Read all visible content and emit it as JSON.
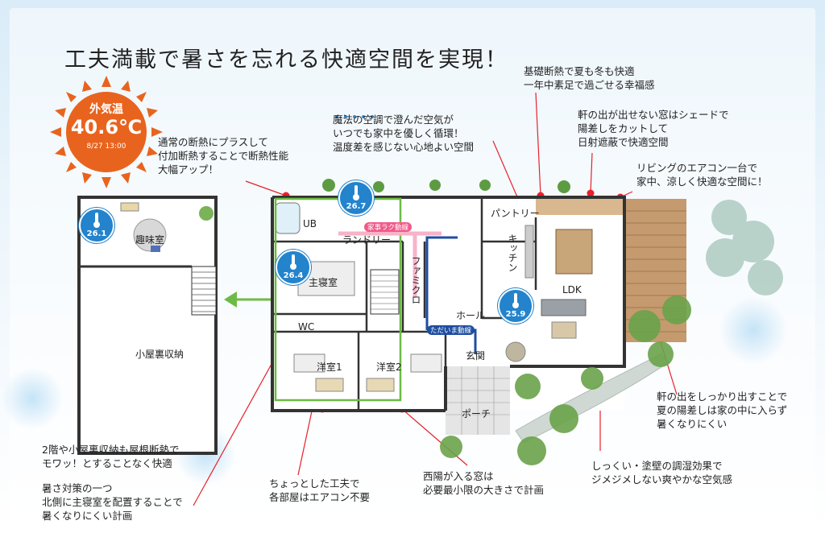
{
  "title": "工夫満載で暑さを忘れる快適空間を実現！",
  "outside_temp": {
    "label": "外気温",
    "value": "40.6℃",
    "datetime": "8/27 13:00"
  },
  "thermometers": [
    {
      "id": "hobby",
      "value": "26.1"
    },
    {
      "id": "laundry",
      "value": "26.7"
    },
    {
      "id": "bedroom",
      "value": "26.4"
    },
    {
      "id": "ldk",
      "value": "25.9"
    }
  ],
  "rooms": {
    "hobby": "趣味室",
    "attic": "小屋裏収納",
    "ub": "UB",
    "laundry": "ランドリー",
    "bedroom": "主寝室",
    "wc": "WC",
    "family_closet": "ファミクロ",
    "pantry": "パントリー",
    "kitchen": "キッチン",
    "ldk": "LDK",
    "hall": "ホール",
    "entrance": "玄関",
    "western1": "洋室1",
    "western2": "洋室2",
    "porch": "ポーチ"
  },
  "flow_labels": {
    "housework": "家事ラク動線",
    "return_home": "ただいま動線"
  },
  "callouts": {
    "insulation": [
      "通常の断熱にプラスして",
      "付加断熱することで断熱性能",
      "大幅アップ！"
    ],
    "air": [
      "魔法の空調で澄んだ空気が",
      "いつでも家中を優しく循環！",
      "温度差を感じない心地よい空間"
    ],
    "foundation": [
      "基礎断熱で夏も冬も快適",
      "一年中素足で過ごせる幸福感"
    ],
    "shade": [
      "軒の出が出せない窓はシェードで",
      "陽差しをカットして",
      "日射遮蔽で快適空間"
    ],
    "one_ac": [
      "リビングのエアコン一台で",
      "家中、涼しく快適な空間に！"
    ],
    "eaves": [
      "軒の出をしっかり出すことで",
      "夏の陽差しは家の中に入らず",
      "暑くなりにくい"
    ],
    "plaster": [
      "しっくい・塗壁の調湿効果で",
      "ジメジメしない爽やかな空気感"
    ],
    "west_window": [
      "西陽が入る窓は",
      "必要最小限の大きさで計画"
    ],
    "rooms_no_ac": [
      "ちょっとした工夫で",
      "各部屋はエアコン不要"
    ],
    "attic": [
      "2階や小屋裏収納も屋根断熱で",
      "モワッ！とすることなく快適"
    ],
    "bedroom_north": [
      "暑さ対策の一つ",
      "北側に主寝室を配置することで",
      "暑くなりにくい計画"
    ]
  },
  "colors": {
    "sun": "#e8641e",
    "thermometer": "#2383cc",
    "callout_dot": "#e8202a",
    "green_frame": "#6dbb45",
    "arrow": "#6dbb45",
    "pink_flow": "#f05a8a",
    "blue_flow": "#1f4ea0",
    "deck": "#b58a63"
  }
}
